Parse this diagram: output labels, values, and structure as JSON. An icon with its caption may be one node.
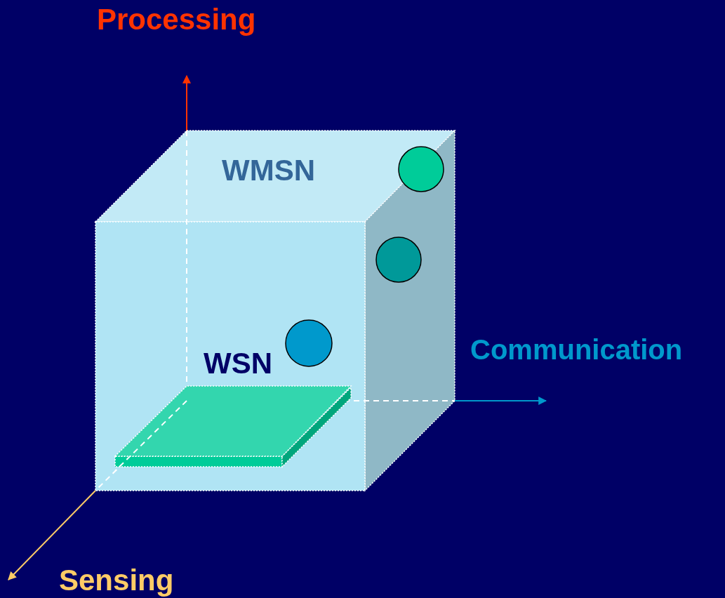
{
  "diagram": {
    "labels": [
      "Processing",
      "WMSN",
      "WSN",
      "Communication",
      "Sensing"
    ]
  }
}
